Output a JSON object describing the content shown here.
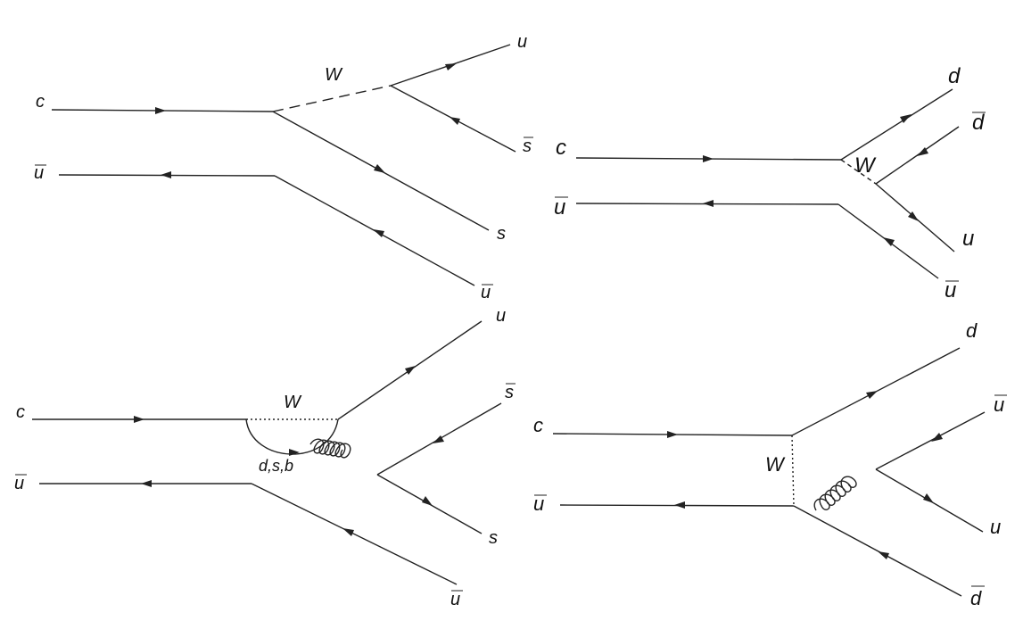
{
  "colors": {
    "line": "#222222",
    "background": "#ffffff"
  },
  "diagrams": [
    {
      "id": "top-left",
      "labels": {
        "c": "c",
        "ubar_in": "u",
        "w": "W",
        "u_out": "u",
        "sbar_out": "s",
        "s_out": "s",
        "ubar_out": "u"
      }
    },
    {
      "id": "top-right",
      "labels": {
        "c": "c",
        "ubar_in": "u",
        "w": "W",
        "d_out": "d",
        "dbar_out": "d",
        "u_out": "u",
        "ubar_out": "u"
      }
    },
    {
      "id": "bottom-left",
      "labels": {
        "c": "c",
        "ubar_in": "u",
        "w": "W",
        "loop": "d,s,b",
        "u_out": "u",
        "sbar_out": "s",
        "s_out": "s",
        "ubar_out": "u"
      }
    },
    {
      "id": "bottom-right",
      "labels": {
        "c": "c",
        "ubar_in": "u",
        "w": "W",
        "d_out": "d",
        "ubar_out": "u",
        "u_out": "u",
        "dbar_out": "d"
      }
    }
  ]
}
